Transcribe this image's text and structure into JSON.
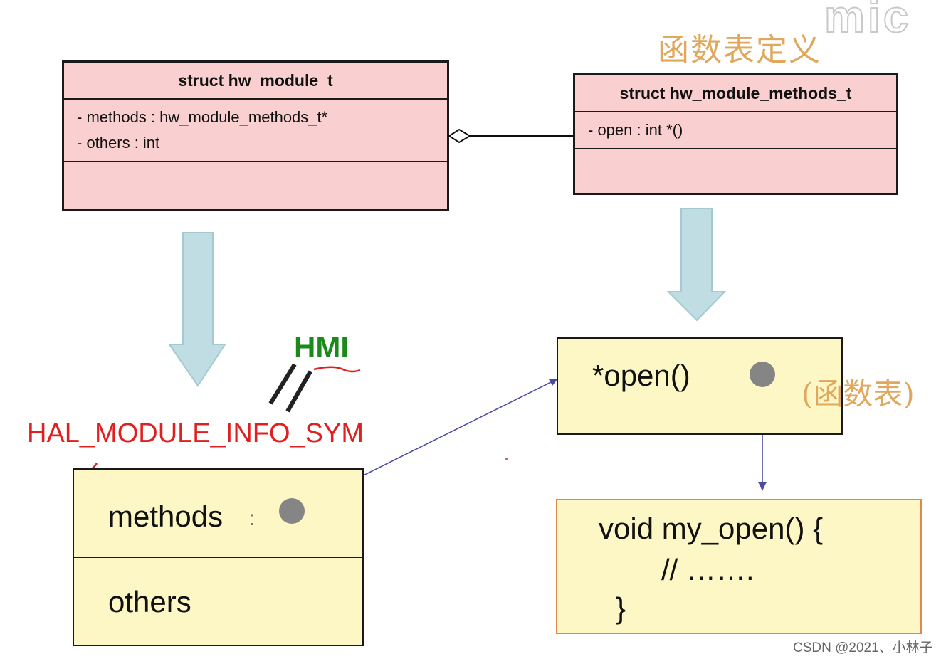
{
  "title_annotation": "函数表定义",
  "watermark_logo": "mic",
  "hw_module_class": {
    "name": "struct hw_module_t",
    "attributes": [
      "- methods : hw_module_methods_t*",
      "- others : int"
    ]
  },
  "hw_methods_class": {
    "name": "struct hw_module_methods_t",
    "attributes": [
      "- open : int *()"
    ]
  },
  "hmi_note": "HMI",
  "symbol_label": "HAL_MODULE_INFO_SYM",
  "instance_box": {
    "field_methods": "methods",
    "field_methods_colon": ":",
    "field_others": "others"
  },
  "function_table_box": {
    "field_open": "*open()",
    "annotation": "(函数表)"
  },
  "implementation_box": {
    "line1": "void my_open() {",
    "line2": "// …….",
    "line3": "}"
  },
  "footer_credit": "CSDN @2021、小林子",
  "colors": {
    "uml_fill": "#f9cfcf",
    "box_fill": "#fdf7c5",
    "impl_border": "#e0874a",
    "arrow_fill": "#bfdde3",
    "link_color": "#4b4ba3",
    "red_text": "#e02020",
    "green_text": "#1a8a1a",
    "cjk_annotation": "#e0a85c"
  }
}
